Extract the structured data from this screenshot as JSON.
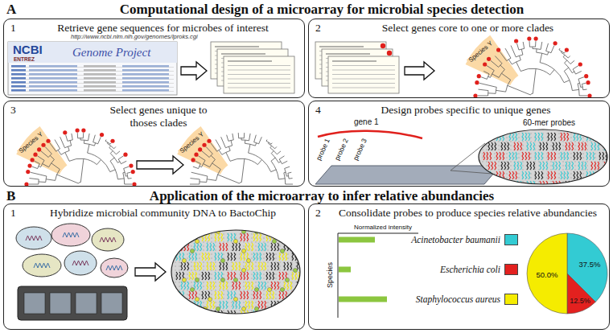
{
  "diagram": {
    "nodes": [
      {
        "text": [
          "1",
          "Retrieve gene sequences for microbes of interest"
        ]
      },
      {
        "text": [
          "2",
          "Select genes core to one or more clades"
        ]
      },
      {
        "text": [
          "3",
          "Select genes unique to thoses clades"
        ]
      },
      {
        "text": [
          "4",
          "Design probes specific to unique genes"
        ]
      },
      {
        "text": [
          "1",
          "Hybridize microbial community DNA to BactoChip"
        ]
      },
      {
        "text": [
          "2",
          "Consolidate probes to produce species relative abundancies"
        ]
      }
    ],
    "labels": [
      "A",
      "Computational design of a microarray for microbial species detection",
      "http://www.ncbi.nlm.nih.gov/genomes/lproks.cgi",
      "NCBI",
      "ENTREZ",
      "Genome Project",
      "Species Y",
      "Species Y",
      "Species Y",
      "gene 1",
      "probe 1",
      "probe 2",
      "probe 3",
      "60-mer probes",
      "B",
      "Application of the microarray to infer relative abundancies",
      "Normalized intensity",
      "Species",
      "37.5%",
      "12.5%",
      "50.0%"
    ],
    "legend": [
      {
        "text": "Acinetobacter baumanii",
        "color": "#33cbd3"
      },
      {
        "text": "Escherichia coli",
        "color": "#e3211f"
      },
      {
        "text": "Staphylococcus aureus",
        "color": "#f5ec00"
      }
    ]
  }
}
